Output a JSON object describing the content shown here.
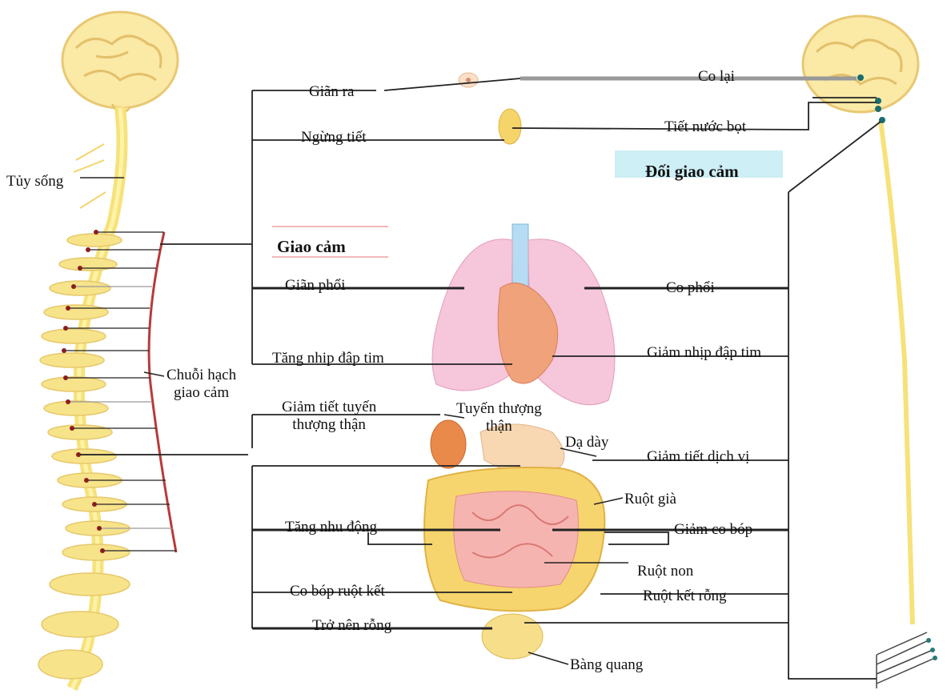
{
  "labels": {
    "tuy_song": "Tủy sống",
    "chuoi_hach": "Chuỗi hạch\ngiao cảm",
    "gian_ra": "Giãn ra",
    "ngung_tiet": "Ngừng tiết",
    "giao_cam": "Giao cảm",
    "gian_phoi": "Giãn phổi",
    "tang_nhip": "Tăng nhịp đập tim",
    "giam_tiet_tuyen": "Giảm tiết tuyến\nthượng thận",
    "tuyen_thuong_than": "Tuyến thượng\nthận",
    "tang_nhu_dong": "Tăng nhu động",
    "co_bop_ruot_ket": "Co bóp ruột kết",
    "tro_nen_rong": "Trở nên rỗng",
    "co_lai": "Co lại",
    "tiet_nuoc_bot": "Tiết nước bọt",
    "doi_giao_cam": "Đối giao cảm",
    "co_phoi": "Co phổi",
    "giam_nhip": "Giảm nhịp đập tim",
    "da_day": "Dạ dày",
    "giam_tiet_dich_vi": "Giảm tiết dịch vị",
    "ruot_gia": "Ruột già",
    "giam_co_bop": "Giảm co bóp",
    "ruot_non": "Ruột non",
    "ruot_ket_rong": "Ruột kết rỗng",
    "bang_quang": "Bàng quang"
  }
}
